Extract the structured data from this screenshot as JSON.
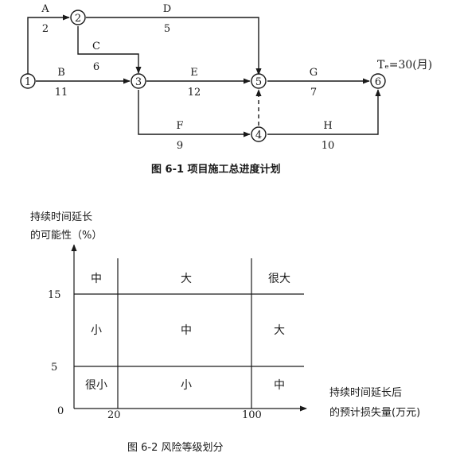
{
  "figure1": {
    "caption": "图 6-1   项目施工总进度计划",
    "duration_note": "Tₑ=30(月)",
    "nodes": [
      {
        "id": "1",
        "label": "1"
      },
      {
        "id": "2",
        "label": "2"
      },
      {
        "id": "3",
        "label": "3"
      },
      {
        "id": "4",
        "label": "4"
      },
      {
        "id": "5",
        "label": "5"
      },
      {
        "id": "6",
        "label": "6"
      }
    ],
    "activities": [
      {
        "name": "A",
        "duration": "2",
        "from": "1",
        "to": "2"
      },
      {
        "name": "B",
        "duration": "11",
        "from": "1",
        "to": "3"
      },
      {
        "name": "C",
        "duration": "6",
        "from": "2",
        "to": "3"
      },
      {
        "name": "D",
        "duration": "5",
        "from": "2",
        "to": "5"
      },
      {
        "name": "E",
        "duration": "12",
        "from": "3",
        "to": "5"
      },
      {
        "name": "F",
        "duration": "9",
        "from": "3",
        "to": "4"
      },
      {
        "name": "G",
        "duration": "7",
        "from": "5",
        "to": "6"
      },
      {
        "name": "H",
        "duration": "10",
        "from": "4",
        "to": "6"
      }
    ],
    "dummy": {
      "from": "4",
      "to": "5"
    }
  },
  "figure2": {
    "caption": "图 6-2   风险等级划分",
    "y_axis_label_line1": "持续时间延长",
    "y_axis_label_line2": "的可能性（%）",
    "x_axis_label_line1": "持续时间延长后",
    "x_axis_label_line2": "的预计损失量(万元)",
    "origin": "0",
    "y_ticks": [
      "5",
      "15"
    ],
    "x_ticks": [
      "20",
      "100"
    ],
    "grid": [
      [
        "中",
        "大",
        "很大"
      ],
      [
        "小",
        "中",
        "大"
      ],
      [
        "很小",
        "小",
        "中"
      ]
    ]
  }
}
